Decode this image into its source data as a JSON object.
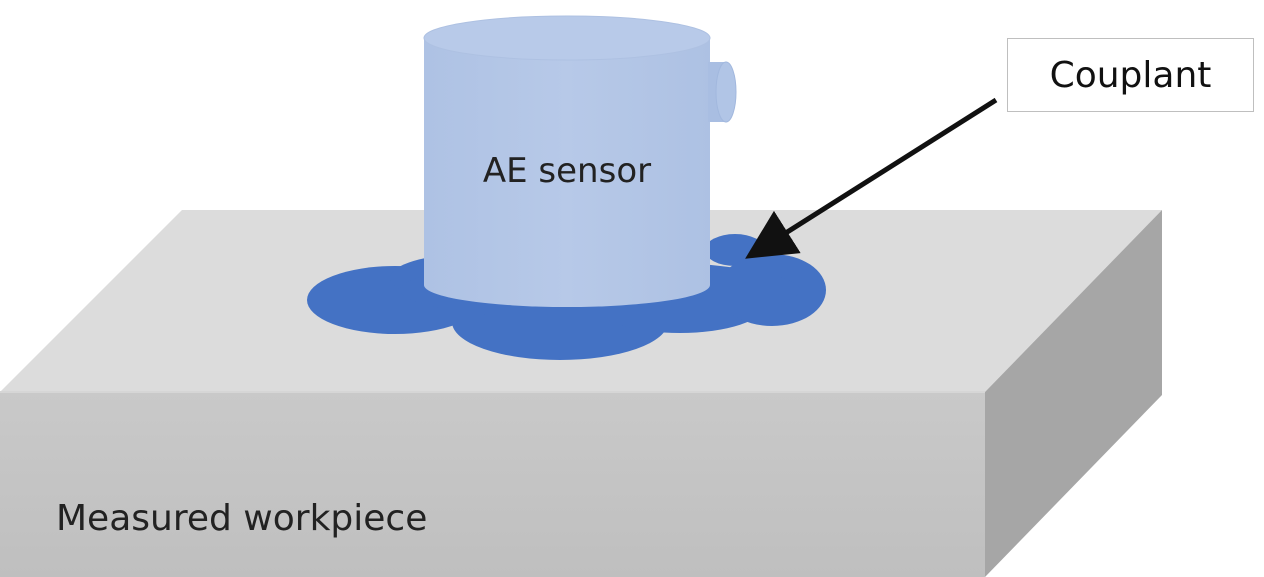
{
  "labels": {
    "sensor": "AE sensor",
    "couplant": "Couplant",
    "workpiece": "Measured workpiece"
  },
  "colors": {
    "workpiece_top": "#dcdcdc",
    "workpiece_front": "#c6c6c6",
    "workpiece_side": "#a6a6a6",
    "sensor_body": "#b4c7e7",
    "couplant": "#4472c4",
    "arrow": "#111111"
  }
}
